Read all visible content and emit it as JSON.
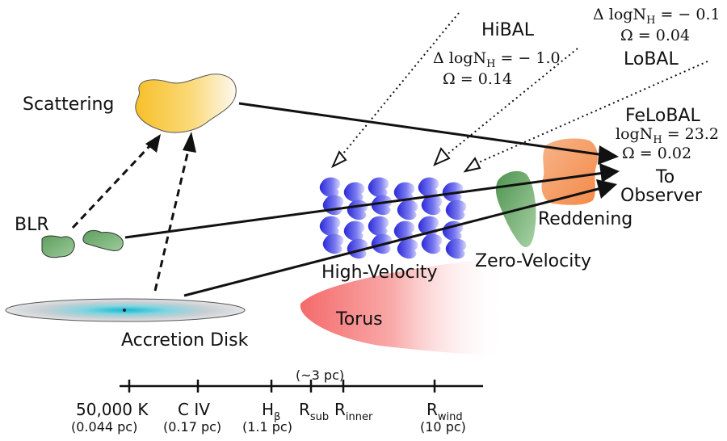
{
  "labels": {
    "scattering": "Scattering",
    "blr": "BLR",
    "accretion_disk": "Accretion Disk",
    "high_velocity": "High-Velocity",
    "zero_velocity": "Zero-Velocity",
    "torus": "Torus",
    "reddening": "Reddening",
    "to": "To",
    "observer": "Observer"
  },
  "absorbers": {
    "hibal": {
      "name": "HiBAL",
      "col": "Δ logN",
      "col_sub": "H",
      "col_val": " = − 1.0",
      "omega": "Ω = 0.14"
    },
    "lobal": {
      "name": "LoBAL",
      "col": "Δ logN",
      "col_sub": "H",
      "col_val": " = − 0.1",
      "omega": "Ω = 0.04"
    },
    "felobal": {
      "name": "FeLoBAL",
      "col": "logN",
      "col_sub": "H",
      "col_val": " = 23.2",
      "omega": "Ω = 0.02"
    }
  },
  "scale": {
    "group_note": "(~3 pc)",
    "ticks": [
      {
        "main": "50,000 K",
        "sub": "",
        "dist": "(0.044 pc)"
      },
      {
        "main": "C IV",
        "sub": "",
        "dist": "(0.17 pc)"
      },
      {
        "main": "H",
        "sub": "β",
        "dist": "(1.1 pc)"
      },
      {
        "main": "R",
        "sub": "sub",
        "dist": ""
      },
      {
        "main": "R",
        "sub": "inner",
        "dist": ""
      },
      {
        "main": "R",
        "sub": "wind",
        "dist": "(10 pc)"
      }
    ]
  },
  "colors": {
    "scattering": "#f7c63a",
    "blr": "#6aa86a",
    "disk_core": "#2ec4d6",
    "clouds": "#3b3bdc",
    "zero_velocity": "#5c9c5c",
    "reddening": "#f59a5c",
    "torus": "#f46a6a"
  }
}
